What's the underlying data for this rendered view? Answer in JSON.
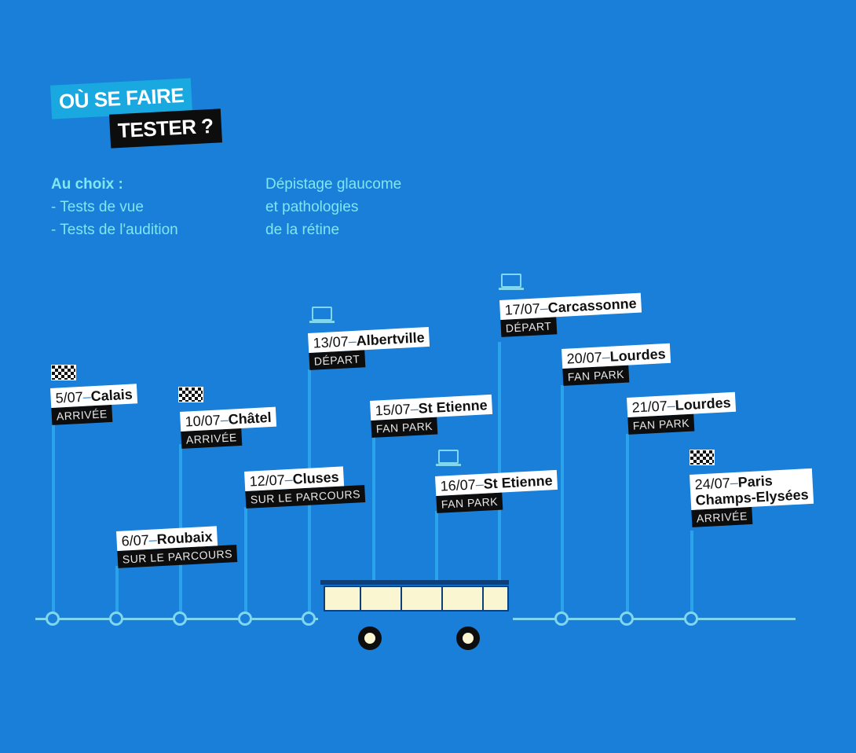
{
  "title": {
    "line1": "OÙ SE FAIRE",
    "line2": "TESTER ?"
  },
  "info": {
    "left": {
      "head": "Au choix :",
      "items": [
        "- Tests de vue",
        "- Tests de l'audition"
      ]
    },
    "right": [
      "Dépistage glaucome",
      "et pathologies",
      "de la rétine"
    ]
  },
  "stops": [
    {
      "date": "5/07",
      "city": "Calais",
      "tag": "ARRIVÉE",
      "icon": "checkered-flag-icon"
    },
    {
      "date": "6/07",
      "city": "Roubaix",
      "tag": "SUR LE PARCOURS",
      "icon": ""
    },
    {
      "date": "10/07",
      "city": "Châtel",
      "tag": "ARRIVÉE",
      "icon": "checkered-flag-icon"
    },
    {
      "date": "12/07",
      "city": "Cluses",
      "tag": "SUR LE PARCOURS",
      "icon": ""
    },
    {
      "date": "13/07",
      "city": "Albertville",
      "tag": "DÉPART",
      "icon": "screen-icon"
    },
    {
      "date": "15/07",
      "city": "St Etienne",
      "tag": "FAN PARK",
      "icon": ""
    },
    {
      "date": "16/07",
      "city": "St Etienne",
      "tag": "FAN PARK",
      "icon": "screen-icon"
    },
    {
      "date": "17/07",
      "city": "Carcassonne",
      "tag": "DÉPART",
      "icon": "screen-icon"
    },
    {
      "date": "20/07",
      "city": "Lourdes",
      "tag": "FAN PARK",
      "icon": ""
    },
    {
      "date": "21/07",
      "city": "Lourdes",
      "tag": "FAN PARK",
      "icon": ""
    },
    {
      "date": "24/07",
      "city": "Paris",
      "city2": "Champs-Elysées",
      "tag": "ARRIVÉE",
      "icon": "checkered-flag-icon"
    }
  ],
  "colors": {
    "background": "#1a7fd8",
    "accent": "#7fe6f2",
    "label_bg": "#ffffff",
    "tag_bg": "#0d0d0d"
  }
}
